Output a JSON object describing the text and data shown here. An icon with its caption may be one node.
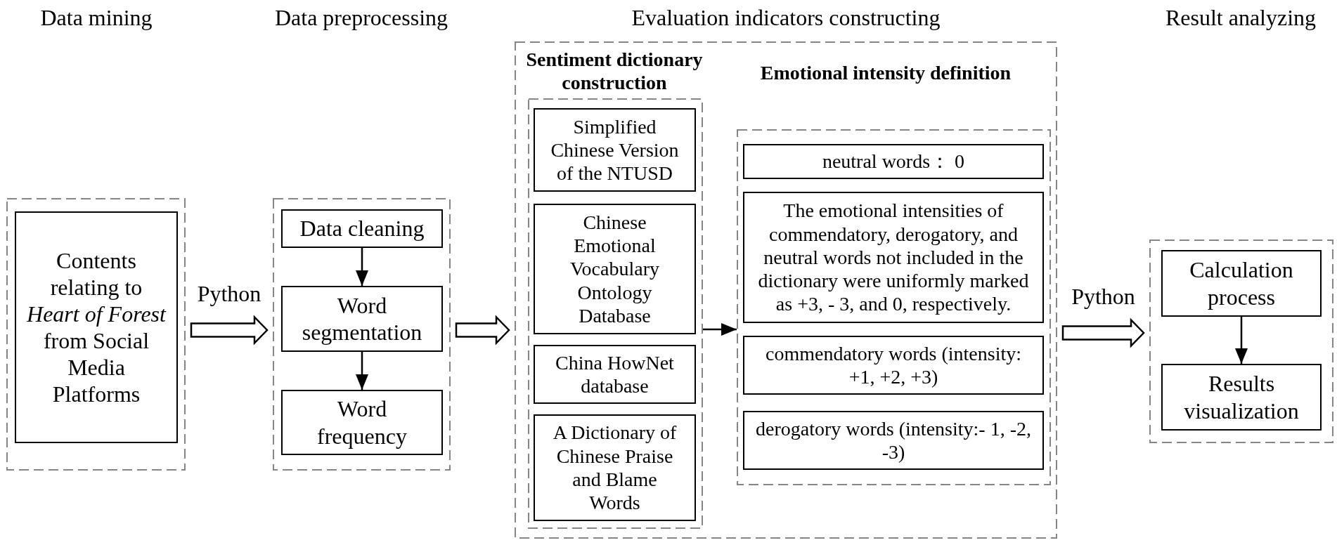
{
  "diagram": {
    "nodes": [
      {
        "text": [],
        "shape": "box"
      },
      {
        "text": [
          "Contents relating to *Heart of Forest* from Social Media Platforms"
        ],
        "in": 0
      },
      {
        "text": [],
        "shape": "box"
      },
      {
        "text": [
          "Data cleaning"
        ],
        "in": 2
      },
      {
        "text": [
          "Word segmentation"
        ],
        "in": 2
      },
      {
        "text": [
          "Word frequency"
        ],
        "in": 2
      },
      {
        "text": [],
        "shape": "box"
      },
      {
        "text": [],
        "shape": "box",
        "in": 6
      },
      {
        "text": [
          "Simplified Chinese Version of the NTUSD"
        ],
        "in": 7
      },
      {
        "text": [
          "Chinese Emotional Vocabulary Ontology Database"
        ],
        "in": 7
      },
      {
        "text": [
          "China HowNet database"
        ],
        "in": 7
      },
      {
        "text": [
          "A Dictionary of Chinese Praise and Blame Words"
        ],
        "in": 7
      },
      {
        "text": [],
        "shape": "box",
        "in": 6
      },
      {
        "text": [
          "neutral words： 0"
        ],
        "in": 12
      },
      {
        "text": [
          "The emotional intensities of commendatory, derogatory, and neutral words not included in the dictionary were uniformly marked as +3, - 3, and 0, respectively."
        ],
        "in": 12
      },
      {
        "text": [
          "commendatory words (intensity: +1, +2, +3)"
        ],
        "in": 12
      },
      {
        "text": [
          "derogatory words (intensity:- 1, -2, -3)"
        ],
        "in": 12
      },
      {
        "text": [],
        "shape": "box"
      },
      {
        "text": [
          "Calculation process"
        ],
        "in": 17
      },
      {
        "text": [
          "Results visualization"
        ],
        "in": 17
      }
    ],
    "edges": [
      {
        "from": 0,
        "to": 2,
        "arrow": "to",
        "label": "Python",
        "style": "thick"
      },
      {
        "from": 3,
        "to": 4,
        "arrow": "to"
      },
      {
        "from": 4,
        "to": 5,
        "arrow": "to"
      },
      {
        "from": 2,
        "to": 6,
        "arrow": "to",
        "style": "thick"
      },
      {
        "from": 7,
        "to": 12,
        "arrow": "to"
      },
      {
        "from": 6,
        "to": 17,
        "arrow": "to",
        "label": "Python",
        "style": "thick"
      },
      {
        "from": 18,
        "to": 19,
        "arrow": "to"
      }
    ],
    "labels": [
      "Data mining",
      "Data preprocessing",
      "Evaluation indicators constructing",
      "Result analyzing",
      "Sentiment dictionary construction",
      "Emotional intensity definition"
    ]
  }
}
